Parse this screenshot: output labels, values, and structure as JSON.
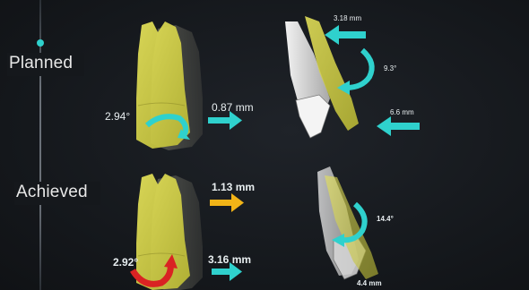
{
  "stages": {
    "planned": "Planned",
    "achieved": "Achieved"
  },
  "planned": {
    "rotation_deg": "2.94°",
    "translation": "0.87 mm",
    "top_shift": "3.18 mm",
    "tip_rotation": "9.3°",
    "bottom_shift": "6.6 mm"
  },
  "achieved": {
    "rotation_deg": "2.92°",
    "upper_translation": "1.13 mm",
    "lower_translation": "3.16 mm",
    "tip_rotation": "14.4°",
    "bottom_shift": "4.4 mm"
  },
  "colors": {
    "teal": "#2fd1cd",
    "orange": "#f2b417",
    "red": "#d92323",
    "tooth_yellow": "#d7d84a"
  },
  "icons": [
    "arrow-right-icon",
    "arrow-left-icon",
    "rotation-arrow-icon"
  ]
}
